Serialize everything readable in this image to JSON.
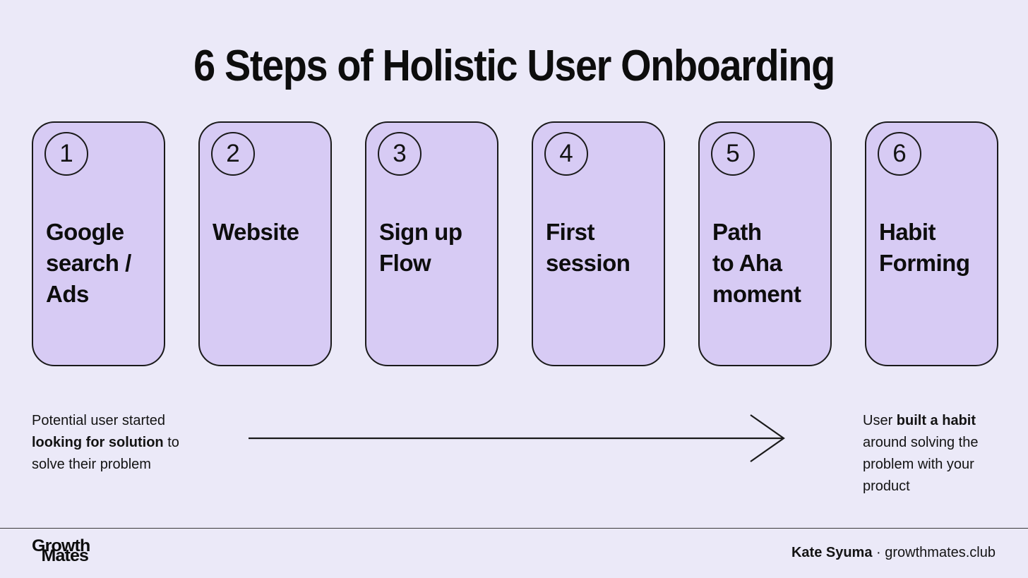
{
  "title": "6 Steps of Holistic User Onboarding",
  "steps": [
    {
      "number": "1",
      "label": "Google\nsearch /\nAds"
    },
    {
      "number": "2",
      "label": "Website"
    },
    {
      "number": "3",
      "label": "Sign up\nFlow"
    },
    {
      "number": "4",
      "label": "First\nsession"
    },
    {
      "number": "5",
      "label": "Path\nto Aha\nmoment"
    },
    {
      "number": "6",
      "label": "Habit\nForming"
    }
  ],
  "left_note": {
    "pre": "Potential user started ",
    "bold": "looking for solution",
    "post": " to solve their problem"
  },
  "right_note": {
    "pre": "User ",
    "bold": "built a habit",
    "post": " around solving the problem with your product"
  },
  "footer": {
    "logo_line1": "Growth",
    "logo_line2": "Mates",
    "author": "Kate Syuma",
    "separator": " · ",
    "site": "growthmates.club"
  },
  "colors": {
    "background": "#EBE9F8",
    "card_fill": "#D7CBF4",
    "outline": "#1a1a1a",
    "text": "#131313"
  }
}
